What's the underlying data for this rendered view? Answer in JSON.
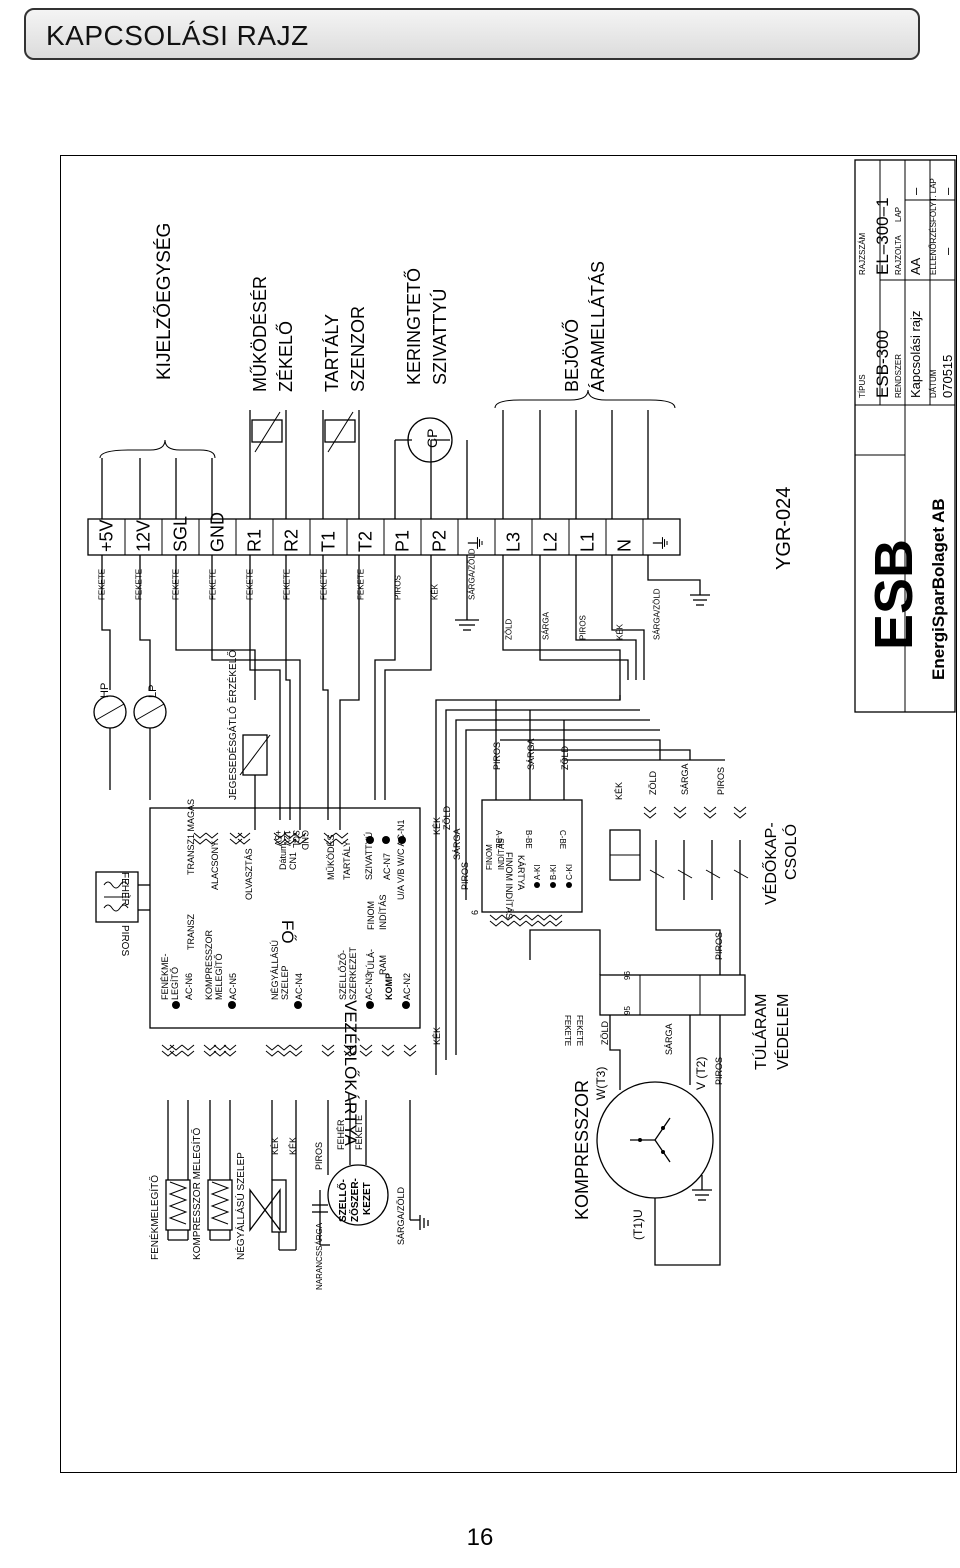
{
  "page": {
    "title": "KAPCSOLÁSI RAJZ",
    "page_number": "16"
  },
  "headings": {
    "display": "KIJELZŐEGYSÉG",
    "defrost_sensor_1": "MŰKÖDÉSÉR",
    "defrost_sensor_2": "ZÉKELŐ",
    "tank_sensor_1": "TARTÁLY",
    "tank_sensor_2": "SZENZOR",
    "pump_1": "KERINGTETŐ",
    "pump_2": "SZIVATTYÚ",
    "supply_1": "BEJÖVŐ",
    "supply_2": "ÁRAMELLÁTÁS",
    "compressor": "KOMPRESSZOR",
    "overcurrent_1": "TÚLÁRAM",
    "overcurrent_2": "VÉDELEM",
    "contactor_1": "VÉDŐKAP-",
    "contactor_2": "CSOLÓ",
    "main_board_1": "VEZÉRLŐKÁRTYA",
    "main_board_2": "FŐ",
    "model_code": "YGR-024"
  },
  "terminals": [
    "+5V",
    "12V",
    "SGL",
    "GND",
    "R1",
    "R2",
    "T1",
    "T2",
    "P1",
    "P2",
    "⏚",
    "L3",
    "L2",
    "L1",
    "N",
    "⏚"
  ],
  "top_wire_colors": [
    "FEKETE",
    "FEKETE",
    "FEKETE",
    "FEKETE",
    "FEKETE",
    "FEKETE",
    "FEKETE",
    "FEKETE",
    "PIROS",
    "KÉK",
    "SÁRGA/ZÖLD"
  ],
  "supply_wire_colors": [
    "ZÖLD",
    "SÁRGA",
    "PIROS",
    "KÉK",
    "SÁRGA/ZÖLD"
  ],
  "switches": {
    "hp": "HP",
    "lp": "LP"
  },
  "pump_symbol": "CP",
  "transformer": {
    "white": "FEHÉR",
    "red": "PIROS",
    "transz1": "TRANSZ1 MAGAS",
    "transz": "TRANSZ"
  },
  "board_pins": {
    "alacsony": "ALACSONY",
    "olvasztas": "OLVASZTÁS",
    "defrost_sensor": "JEGESEDÉSGÁTLÓ ÉRZÉKELŐ",
    "cn1_a": "+5V",
    "cn1_b": "12V",
    "cn1_c": "SGL",
    "cn1_d": "GND",
    "datum": "Dátum",
    "cn1": "CN1",
    "mukodes": "MŰKÖDÉS",
    "tartaly": "TARTÁLY",
    "szivattyu": "SZIVATTYÚ",
    "ac_n7": "AC-N7",
    "uvw": "U/A V/B W/C AC-N1",
    "finom": "FINOM",
    "inditas": "INDÍTÁS",
    "tula": "TÚLÁ-",
    "ram": "RAM",
    "komp": "KOMP",
    "ac_n2": "AC-N2",
    "szello_1": "SZELLŐZŐ-",
    "szello_2": "SZERKEZET",
    "ac_n3": "AC-N3",
    "negy_1": "NÉGYÁLLÁSÚ",
    "negy_2": "SZELEP",
    "ac_n4": "AC-N4",
    "komp_mel_1": "KOMPRESSZOR",
    "komp_mel_2": "MELEGÍTŐ",
    "ac_n5": "AC-N5",
    "fenek_1": "FENÉKME-",
    "fenek_2": "LEGÍTŐ",
    "ac_n6": "AC-N6"
  },
  "left_components": {
    "bottom_heater": "FENÉKMELEGÍTŐ",
    "comp_heater": "KOMPRESSZOR MELEGÍTŐ",
    "four_way_valve": "NÉGYÁLLÁSÚ SZELEP",
    "fan_1": "SZELLŐ-",
    "fan_2": "ZŐSZER-",
    "fan_3": "KEZET",
    "kek": "KÉK",
    "piros": "PIROS",
    "feher": "FEHÉR",
    "fekete": "FEKETE",
    "narancssarga": "NARANCSSÁRGA",
    "sarga_zold": "SÁRGA/ZÖLD"
  },
  "soft_start": {
    "title_1": "FINOM INDÍTÁS",
    "title_2": "KÁRTYA",
    "ins": [
      "A-BE",
      "B-BE",
      "C-BE"
    ],
    "outs": [
      "A-KI",
      "B-KI",
      "C-KI"
    ],
    "label_finom": "FINOM",
    "label_inditas": "INDÍTÁS",
    "in_colors": [
      "PIROS",
      "SÁRGA",
      "ZÖLD"
    ],
    "out_colors": [
      "KÉK",
      "ZÖLD",
      "SÁRGA",
      "PIROS"
    ]
  },
  "compressor_terminals": {
    "w": "W(T3)",
    "v": "V (T2)",
    "u": "(T1)U"
  },
  "compressor_wires": [
    "ZÖLD",
    "SÁRGA",
    "PIROS"
  ],
  "overload": {
    "n95": "95",
    "n96": "96",
    "fekete_1": "FEKETE",
    "fekete_2": "FEKETE",
    "piros": "PIROS",
    "six": "6",
    "kek": "KÉK",
    "zold": "ZÖLD",
    "sarga": "SÁRGA",
    "piros_b": "PIROS"
  },
  "title_block": {
    "tipus_label": "TÍPUS",
    "tipus_value": "ESB-300",
    "rajzszam_label": "RAJZSZÁM",
    "rajzszam_value": "EL–300–1",
    "rendszer_label": "RENDSZER",
    "rendszer_value": "Kapcsolási rajz",
    "rajzolta_label": "RAJZOLTA",
    "rajzolta_value": "AA",
    "lap_label": "LAP",
    "lap_value": "–",
    "datum_label": "DÁTUM",
    "datum_value": "070515",
    "ellenorzes_label": "ELLENŐRZÉS",
    "ellenorzes_value": "–",
    "folyt_label": "FOLYT. LAP",
    "folyt_value": "–",
    "logo": "ESB",
    "company": "EnergiSparBolaget AB"
  }
}
